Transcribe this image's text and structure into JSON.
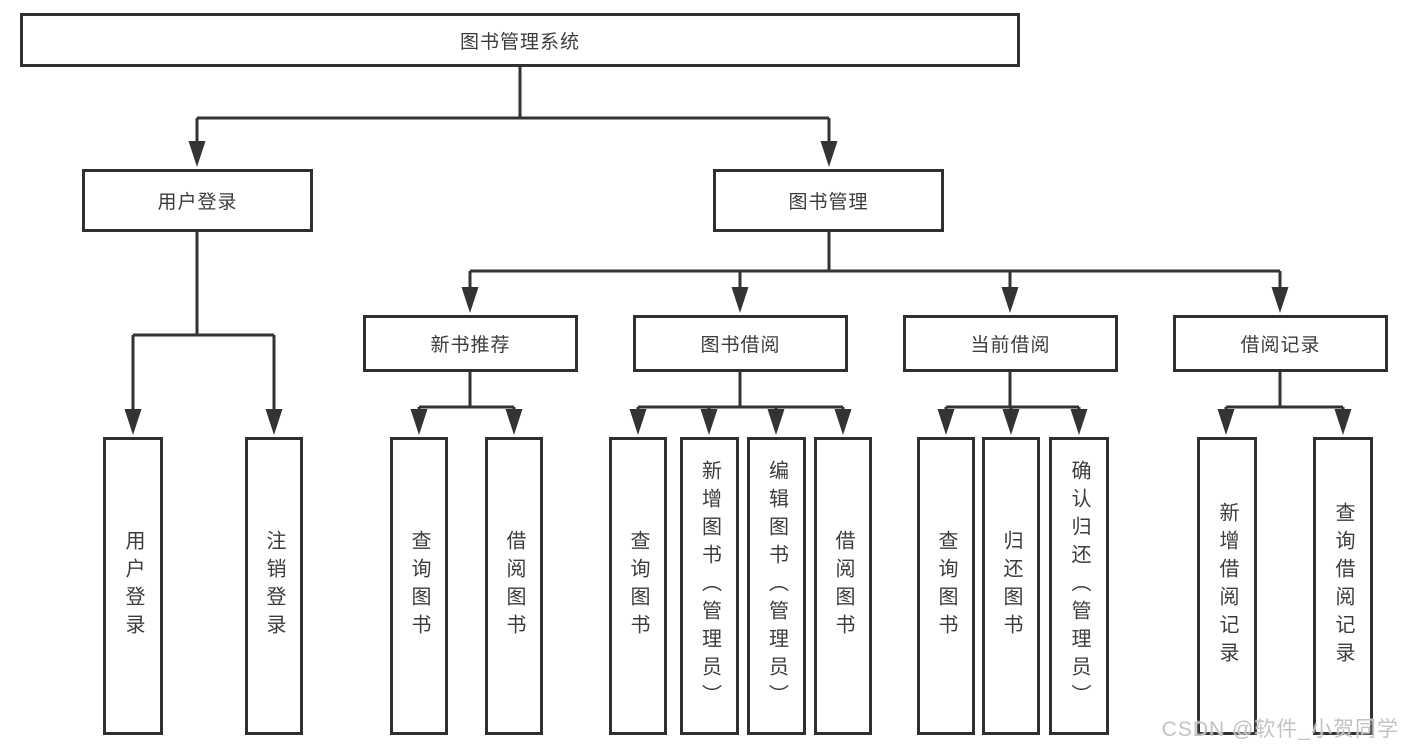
{
  "diagram": {
    "root": {
      "label": "图书管理系统"
    },
    "branches": [
      {
        "label": "用户登录",
        "children": [
          {
            "label": "用户登录"
          },
          {
            "label": "注销登录"
          }
        ]
      },
      {
        "label": "图书管理",
        "sections": [
          {
            "label": "新书推荐",
            "children": [
              {
                "label": "查询图书"
              },
              {
                "label": "借阅图书"
              }
            ]
          },
          {
            "label": "图书借阅",
            "children": [
              {
                "label": "查询图书"
              },
              {
                "label": "新增图书（管理员）"
              },
              {
                "label": "编辑图书（管理员）"
              },
              {
                "label": "借阅图书"
              }
            ]
          },
          {
            "label": "当前借阅",
            "children": [
              {
                "label": "查询图书"
              },
              {
                "label": "归还图书"
              },
              {
                "label": "确认归还（管理员）"
              }
            ]
          },
          {
            "label": "借阅记录",
            "children": [
              {
                "label": "新增借阅记录"
              },
              {
                "label": "查询借阅记录"
              }
            ]
          }
        ]
      }
    ],
    "watermark": "CSDN @软件_小贺同学",
    "colors": {
      "line": "#333333",
      "border": "#2f2f2f",
      "text": "#3c3c3c",
      "watermark": "#c3c3c3",
      "background": "#ffffff"
    }
  }
}
